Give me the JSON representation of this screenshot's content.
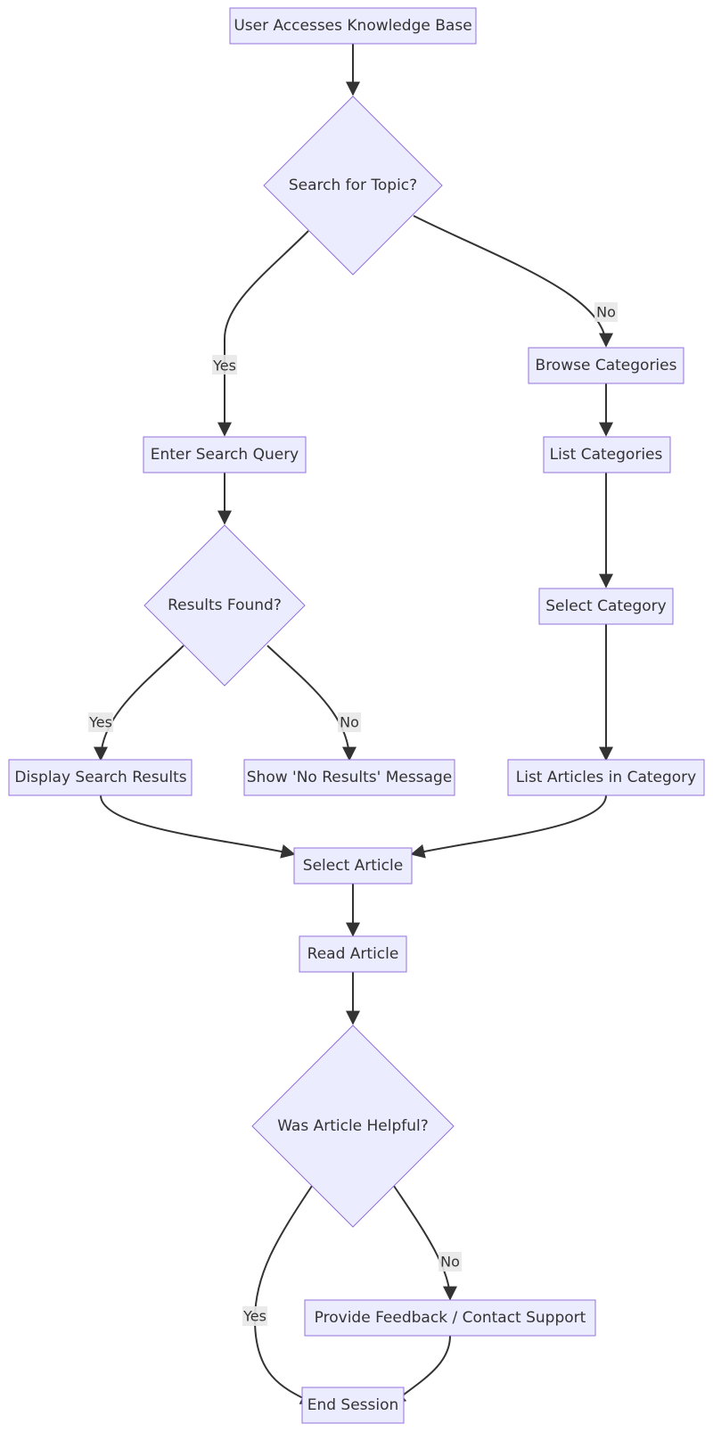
{
  "nodes": {
    "start": "User Accesses Knowledge Base",
    "search_decision": "Search for Topic?",
    "browse_categories": "Browse Categories",
    "enter_query": "Enter Search Query",
    "list_categories": "List Categories",
    "results_decision": "Results Found?",
    "select_category": "Select Category",
    "display_results": "Display Search Results",
    "no_results": "Show 'No Results' Message",
    "list_articles": "List Articles in Category",
    "select_article": "Select Article",
    "read_article": "Read Article",
    "helpful_decision": "Was Article Helpful?",
    "feedback": "Provide Feedback / Contact Support",
    "end": "End Session"
  },
  "edge_labels": {
    "search_yes": "Yes",
    "search_no": "No",
    "results_yes": "Yes",
    "results_no": "No",
    "helpful_yes": "Yes",
    "helpful_no": "No"
  }
}
